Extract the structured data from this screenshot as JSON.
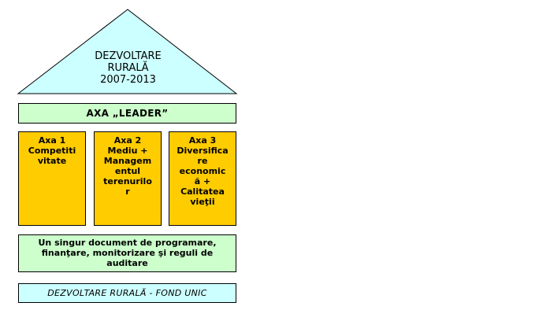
{
  "roof": {
    "title_lines": [
      "DEZVOLTARE",
      "RURALĂ",
      "2007-2013"
    ],
    "fill": "#ccffff"
  },
  "leader_bar": {
    "label": "AXA „LEADER”",
    "fill": "#ccffcc"
  },
  "axes": [
    {
      "lines": [
        "Axa 1",
        "Competiti",
        "vitate"
      ]
    },
    {
      "lines": [
        "Axa 2",
        "Mediu +",
        "Managem",
        "entul",
        "terenurilo",
        "r"
      ]
    },
    {
      "lines": [
        "Axa 3",
        "Diversifica",
        "re",
        "economic",
        "ă +",
        "Calitatea",
        "vieţii"
      ]
    }
  ],
  "axes_fill": "#ffcc00",
  "document_bar": {
    "text": "Un singur document de programare, finanţare, monitorizare şi reguli de auditare",
    "fill": "#ccffcc"
  },
  "fund_bar": {
    "label": "DEZVOLTARE RURALĂ - FOND UNIC",
    "fill": "#ccffff"
  }
}
